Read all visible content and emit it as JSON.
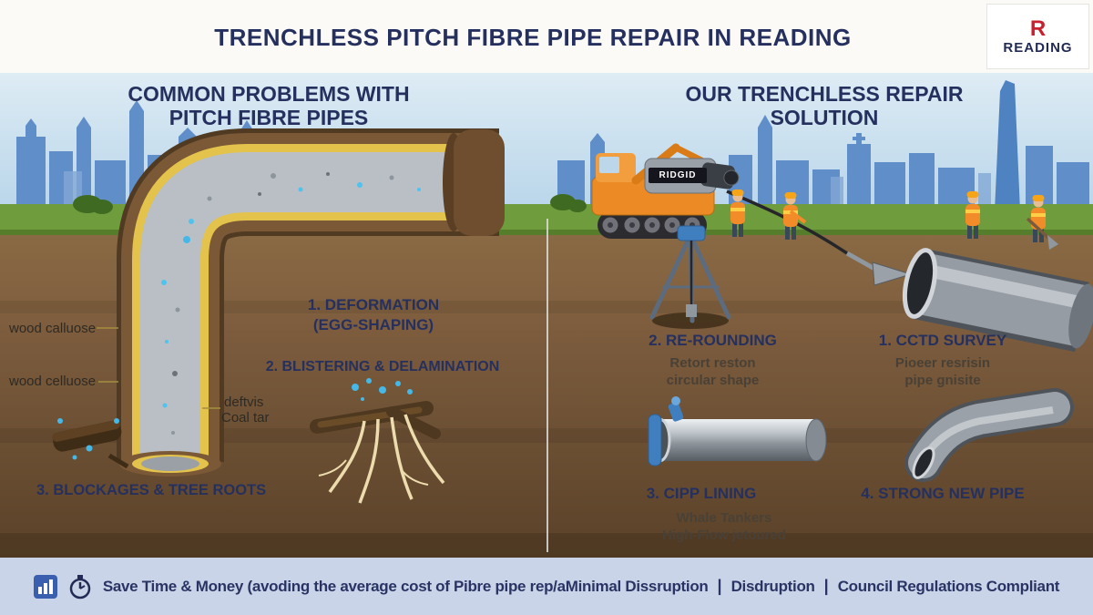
{
  "colors": {
    "navy": "#25305f",
    "accent_red": "#c8202f",
    "sky": "#bcd7ea",
    "skyline_blue": "#5f8ec9",
    "grass": "#6f9c3c",
    "soil": "#6f5238",
    "footer_bg": "#c9d4e8",
    "pipe_lining_yellow": "#e3c34b",
    "machine_orange": "#ec8b25",
    "water_blue": "#45b8e8"
  },
  "title": "TRENCHLESS PITCH FIBRE PIPE REPAIR IN READING",
  "logo": {
    "mark": "R",
    "text": "READING"
  },
  "left": {
    "heading1": "COMMON PROBLEMS WITH",
    "heading2": "PITCH FIBRE PIPES",
    "labels": {
      "wood1": "wood calluose",
      "wood2": "wood celluose",
      "debris_line1": "deftvis",
      "debris_line2": "Coal tar"
    },
    "problems": [
      {
        "line1": "1. DEFORMATION",
        "line2": "(EGG-SHAPING)"
      },
      {
        "line1": "2. BLISTERING & DELAMINATION"
      },
      {
        "line1": "3. BLOCKAGES & TREE ROOTS"
      }
    ]
  },
  "right": {
    "heading1": "OUR TRENCHLESS REPAIR",
    "heading2": "SOLUTION",
    "machine_label": "RIDGID",
    "steps": [
      {
        "title": "2. RE-ROUNDING",
        "sub1": "Retort reston",
        "sub2": "circular shape"
      },
      {
        "title": "1. CCTD SURVEY",
        "sub1": "Pioeer resrisin",
        "sub2": "pipe gnisite"
      },
      {
        "title": "3. CIPP LINING",
        "sub1": "Whale Tankers",
        "sub2": "High-Flow jetoured"
      },
      {
        "title": "4. STRONG NEW PIPE"
      }
    ]
  },
  "footer": {
    "icons": [
      "chart-icon",
      "stopwatch-icon"
    ],
    "items": [
      "Save Time & Money (avoding the average cost of Pibre pipe rep/aMinimal Dissruption",
      "Disdruption",
      "Council Regulations Compliant"
    ],
    "separator": "|"
  }
}
